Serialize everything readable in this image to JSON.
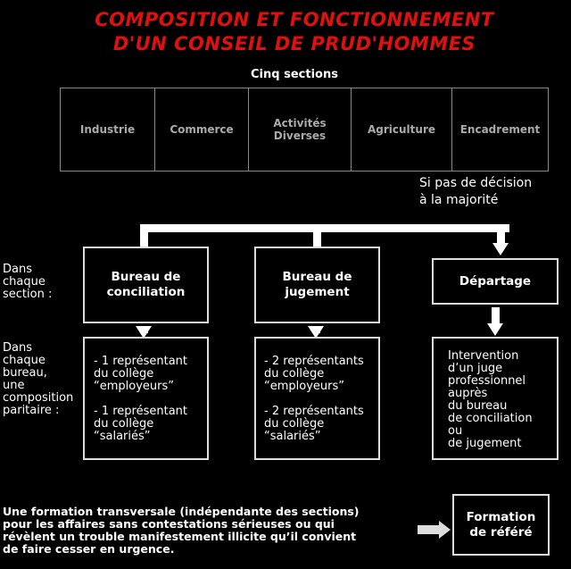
{
  "title": [
    "COMPOSITION ET FONCTIONNEMENT",
    "D'UN CONSEIL DE PRUD'HOMMES"
  ],
  "sections_label": "Cinq sections",
  "sections": [
    [
      "Industrie"
    ],
    [
      "Commerce"
    ],
    [
      "Activités",
      "Diverses"
    ],
    [
      "Agriculture"
    ],
    [
      "Encadrement"
    ]
  ],
  "majority_note": [
    "Si pas de décision",
    "à la majorité"
  ],
  "row_label_section": [
    "Dans",
    "chaque",
    "section :"
  ],
  "row_label_bureau": [
    "Dans",
    "chaque",
    "bureau,",
    "une",
    "composition",
    "paritaire :"
  ],
  "bodies": [
    {
      "name": [
        "Bureau de",
        "conciliation"
      ],
      "composition": [
        "- 1 représentant",
        "du collège",
        "“employeurs”",
        "",
        "- 1 représentant",
        "du collège",
        "“salariés”"
      ]
    },
    {
      "name": [
        "Bureau de",
        "jugement"
      ],
      "composition": [
        "- 2 représentants",
        "du collège",
        "“employeurs”",
        "",
        "- 2 représentants",
        "du collège",
        "“salariés”"
      ]
    },
    {
      "name": [
        "Départage"
      ],
      "composition": [
        "Intervention",
        "d’un juge",
        "professionnel",
        "auprès",
        "du bureau",
        "de conciliation",
        "ou",
        "de jugement"
      ]
    }
  ],
  "transversal_note": [
    "Une formation transversale (indépendante des sections)",
    "pour les affaires sans contestations sérieuses ou qui",
    "révèlent un trouble manifestement illicite qu’il convient",
    "de faire cesser en urgence."
  ],
  "refere": [
    "Formation",
    "de référé"
  ]
}
